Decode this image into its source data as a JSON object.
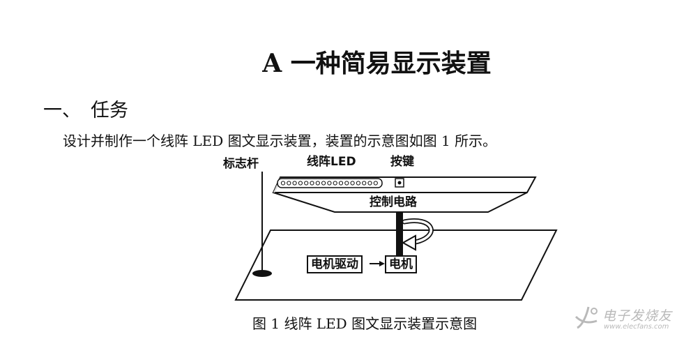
{
  "document": {
    "title": "A  一种简易显示装置",
    "section": {
      "number": "一、",
      "heading": "任务"
    },
    "paragraph": "设计并制作一个线阵 LED 图文显示装置，装置的示意图如图 1 所示。",
    "figure": {
      "labels": {
        "pole": "标志杆",
        "led": "线阵LED",
        "key": "按键",
        "control": "控制电路",
        "driver": "电机驱动",
        "motor": "电机"
      },
      "caption": "图 1  线阵 LED 图文显示装置示意图"
    }
  },
  "watermark": {
    "brand": "电子发烧友",
    "url": "www.elecfans.com"
  }
}
